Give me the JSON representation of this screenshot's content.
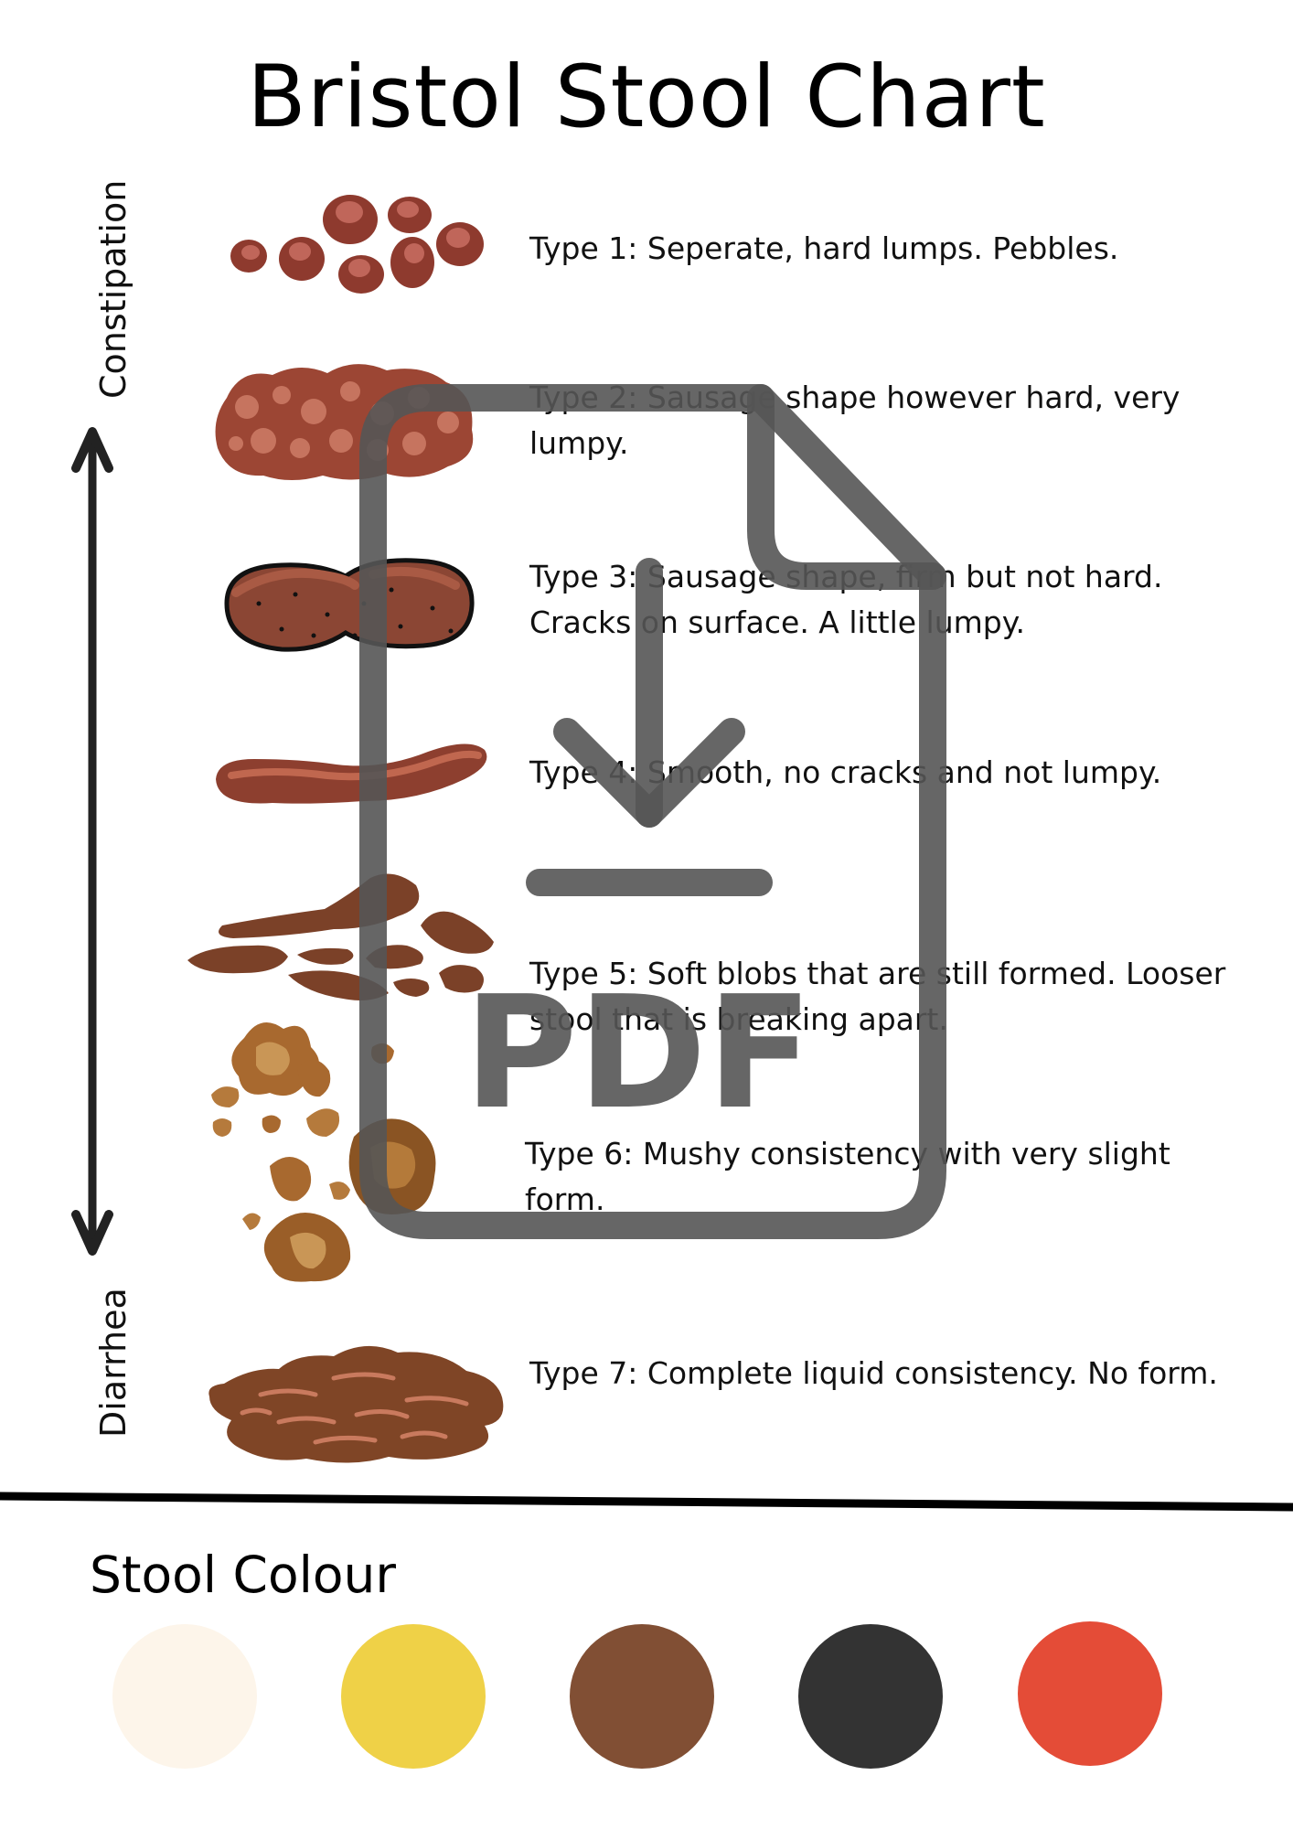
{
  "title": "Bristol Stool Chart",
  "axis": {
    "top_label": "Constipation",
    "bottom_label": "Diarrhea"
  },
  "types": [
    {
      "text": "Type 1: Seperate, hard lumps. Pebbles."
    },
    {
      "text": "Type 2: Sausage shape however hard, very lumpy."
    },
    {
      "text": "Type 3: Sausage shape, firm but not hard. Cracks on surface. A little lumpy."
    },
    {
      "text": "Type 4: Smooth, no cracks and not lumpy."
    },
    {
      "text": "Type 5: Soft blobs that are still formed. Looser stool that is breaking apart."
    },
    {
      "text": "Type 6: Mushy consistency with very slight form."
    },
    {
      "text": "Type 7: Complete liquid consistency. No form."
    }
  ],
  "overlay": {
    "label": "PDF",
    "icon": "pdf-download-icon",
    "color": "#555555"
  },
  "colour_section": {
    "title": "Stool Colour",
    "swatches": [
      {
        "color": "#fdf5ea"
      },
      {
        "color": "#efd147"
      },
      {
        "color": "#814f34"
      },
      {
        "color": "#333333"
      },
      {
        "color": "#e44c37"
      }
    ]
  }
}
